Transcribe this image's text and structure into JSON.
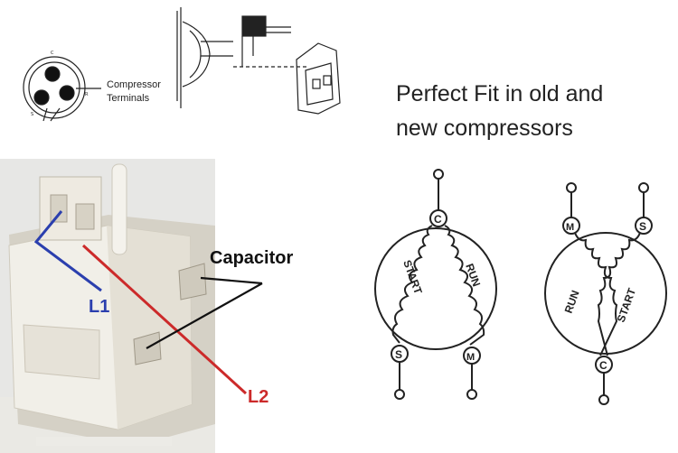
{
  "terminal_sketch": {
    "label_line1": "Compressor",
    "label_line2": "Terminals",
    "pin_labels": [
      "C",
      "R",
      "S"
    ]
  },
  "photo": {
    "callout_capacitor": "Capacitor",
    "callout_l1": "L1",
    "callout_l2": "L2",
    "l1_color": "#2b3fae",
    "l2_color": "#cc2a2a"
  },
  "headline": {
    "line1": "Perfect Fit in old and",
    "line2": "new compressors"
  },
  "schematic_left": {
    "top_terminal": "C",
    "bottom_left_terminal": "S",
    "bottom_right_terminal": "M",
    "left_winding": "START",
    "right_winding": "RUN"
  },
  "schematic_right": {
    "top_left_terminal": "M",
    "top_right_terminal": "S",
    "bottom_terminal": "C",
    "left_winding": "RUN",
    "right_winding": "START"
  }
}
